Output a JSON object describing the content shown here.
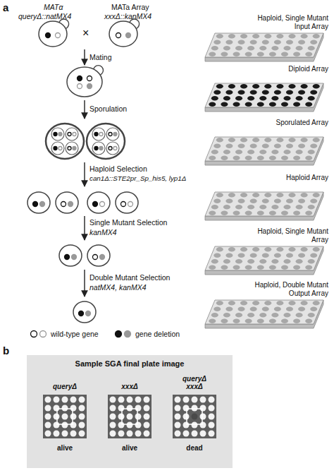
{
  "diagram": {
    "nodes": [
      {
        "text": [
          "Haploid, Single Mutant Input Array"
        ]
      },
      {
        "text": [
          "Diploid Array"
        ]
      },
      {
        "text": [
          "Sporulated Array"
        ]
      },
      {
        "text": [
          "Haploid Array"
        ]
      },
      {
        "text": [
          "Haploid, Single Mutant Array"
        ]
      },
      {
        "text": [
          "Haploid, Double Mutant Output Array"
        ]
      },
      {
        "text": [
          "Sample SGA final plate image"
        ]
      },
      {
        "text": [
          "queryΔ",
          "alive"
        ],
        "in": 6
      },
      {
        "text": [
          "xxxΔ",
          "alive"
        ],
        "in": 6
      },
      {
        "text": [
          "queryΔ xxxΔ",
          "dead"
        ],
        "in": 6
      }
    ],
    "labels": [
      "a",
      "MATα",
      "queryΔ::natMX4",
      "×",
      "MATa Array",
      "xxxΔ::kanMX4",
      "Mating",
      "Sporulation",
      "Haploid Selection",
      "can1Δ::STE2pr_Sp_his5, lyp1Δ",
      "Single Mutant Selection",
      "kanMX4",
      "Double Mutant Selection",
      "natMX4, kanMX4",
      "b"
    ],
    "legend": [
      {
        "text": "wild-type gene"
      },
      {
        "text": "gene deletion"
      }
    ]
  }
}
